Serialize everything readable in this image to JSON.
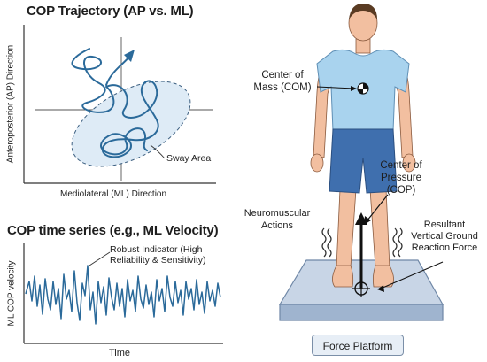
{
  "panels": {
    "trajectory": {
      "title": "COP Trajectory (AP vs. ML)",
      "xlabel": "Mediolateral (ML) Direction",
      "ylabel": "Anteroposterior (AP) Direction",
      "sway_label": "Sway Area"
    },
    "timeseries": {
      "title": "COP time series (e.g., ML Velocity)",
      "xlabel": "Time",
      "ylabel": "ML COP velocity",
      "annotation_line1": "Robust Indicator (High",
      "annotation_line2": "Reliability & Sensitivity)"
    }
  },
  "body": {
    "com_line1": "Center of",
    "com_line2": "Mass (COM)",
    "cop_line1": "Center of",
    "cop_line2": "Pressure",
    "cop_line3": "(COP)",
    "neuro_line1": "Neuromuscular",
    "neuro_line2": "Actions",
    "force_line1": "Resultant",
    "force_line2": "Vertical Ground",
    "force_line3": "Reaction Force",
    "platform_label": "Force Platform"
  },
  "colors": {
    "trace": "#2b6a9a",
    "skin": "#f2bfa0",
    "shirt": "#a9d3ee",
    "shorts": "#3f6fae",
    "hair": "#5a3b23",
    "platform": "#c8d5e6",
    "sway_fill": "#deebf6"
  }
}
